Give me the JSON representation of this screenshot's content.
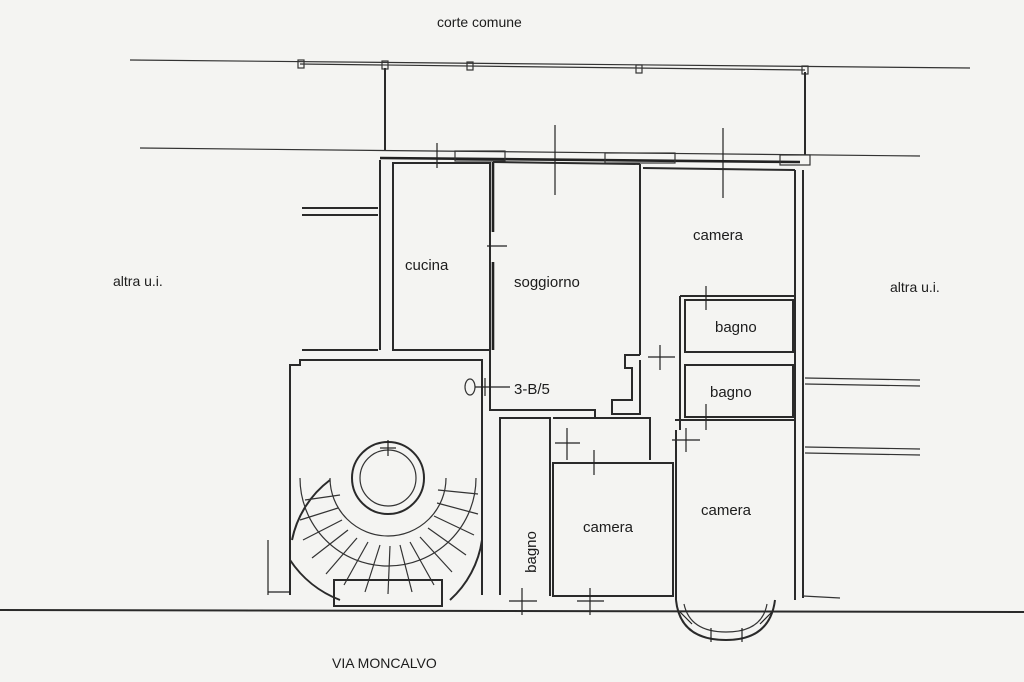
{
  "labels": {
    "court": "corte comune",
    "street": "VIA MONCALVO",
    "left_unit": "altra u.i.",
    "right_unit": "altra u.i.",
    "kitchen": "cucina",
    "living": "soggiorno",
    "room_top": "camera",
    "bath_1": "bagno",
    "bath_2": "bagno",
    "unit_code": "3-B/5",
    "bath_vertical": "bagno",
    "room_bottom_left": "camera",
    "room_bottom_right": "camera"
  }
}
